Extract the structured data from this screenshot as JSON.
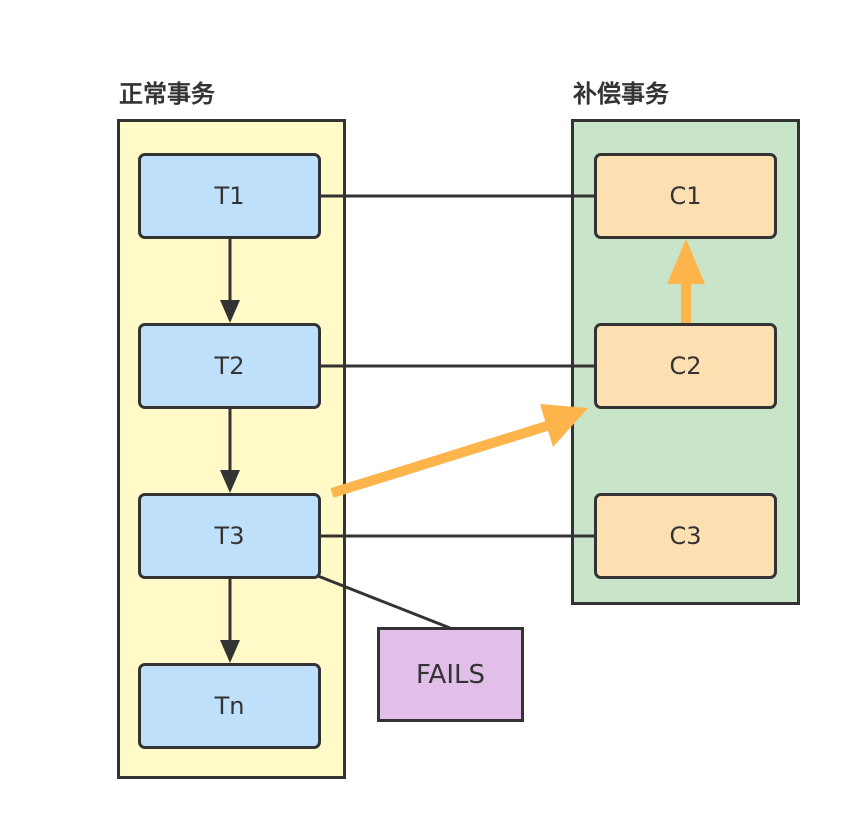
{
  "groups": {
    "normal": {
      "title": "正常事务"
    },
    "compensation": {
      "title": "补偿事务"
    }
  },
  "nodes": {
    "t1": "T1",
    "t2": "T2",
    "t3": "T3",
    "tn": "Tn",
    "c1": "C1",
    "c2": "C2",
    "c3": "C3",
    "fails": "FAILS"
  },
  "colors": {
    "normal_lane": "#fffac7",
    "compensation_lane": "#c9e5c9",
    "t_node": "#bfe0fb",
    "c_node": "#fedfb2",
    "fails_node": "#e1bfe9",
    "compensation_arrow": "#fdb44a",
    "stroke": "#333333"
  }
}
